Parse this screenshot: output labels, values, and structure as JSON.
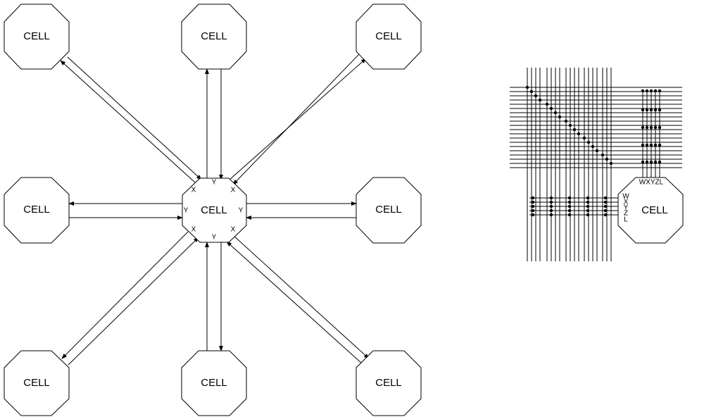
{
  "cell_label": "CELL",
  "center_cell": {
    "label": "CELL",
    "port_labels": [
      "X",
      "Y",
      "X",
      "Y",
      "Y",
      "X",
      "Y",
      "X"
    ]
  },
  "neighbor_cells": [
    {
      "label": "CELL"
    },
    {
      "label": "CELL"
    },
    {
      "label": "CELL"
    },
    {
      "label": "CELL"
    },
    {
      "label": "CELL"
    },
    {
      "label": "CELL"
    },
    {
      "label": "CELL"
    },
    {
      "label": "CELL"
    }
  ],
  "detail": {
    "cell_label": "CELL",
    "top_port_label": "WXYZL",
    "side_port_labels": [
      "W",
      "X",
      "Y",
      "Z",
      "L"
    ]
  },
  "colors": {
    "line": "#000000",
    "background": "#ffffff"
  }
}
